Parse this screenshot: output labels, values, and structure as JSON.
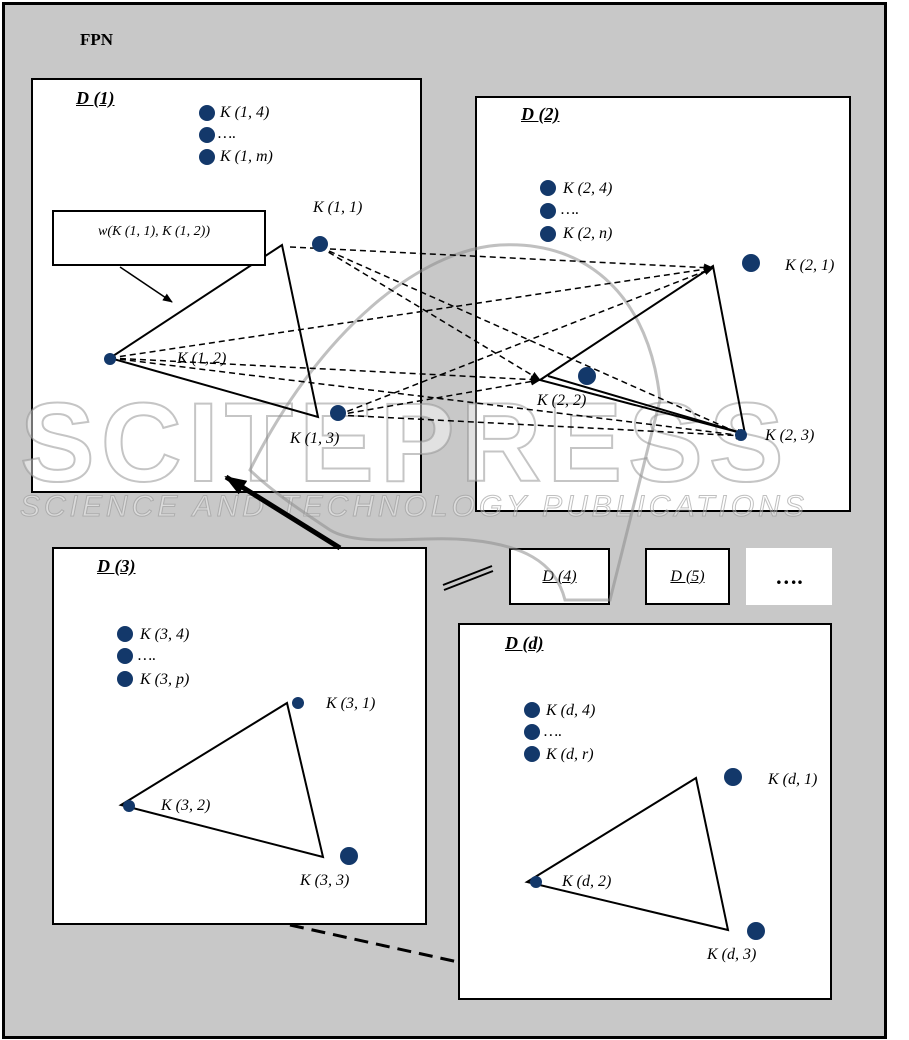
{
  "title": "FPN",
  "panels": {
    "d1": {
      "title": "D (1)",
      "k14": "K (1, 4)",
      "dots": "….",
      "k1m": "K (1, m)",
      "k11": "K (1, 1)",
      "k12": "K (1, 2)",
      "k13": "K (1, 3)"
    },
    "d2": {
      "title": "D (2)",
      "k24": "K (2, 4)",
      "dots": "….",
      "k2n": "K (2, n)",
      "k21": "K (2, 1)",
      "k22": "K (2, 2)",
      "k23": "K (2, 3)"
    },
    "d3": {
      "title": "D (3)",
      "k34": "K (3, 4)",
      "dots": "….",
      "k3p": "K (3, p)",
      "k31": "K (3, 1)",
      "k32": "K (3, 2)",
      "k33": "K (3, 3)"
    },
    "dd": {
      "title": "D (d)",
      "kd4": "K (d, 4)",
      "dots": "….",
      "kdr": "K (d, r)",
      "kd1": "K (d, 1)",
      "kd2": "K (d, 2)",
      "kd3": "K (d, 3)"
    }
  },
  "weight_label": "w(K (1, 1), K (1, 2))",
  "small_boxes": {
    "d4": "D  (4)",
    "d5": "D  (5)",
    "more": "…."
  },
  "watermark": {
    "main": "SCITEPRESS",
    "sub": "SCIENCE AND TECHNOLOGY PUBLICATIONS"
  },
  "colors": {
    "node": "#13386a",
    "background": "#c8c8c8",
    "panel": "#ffffff"
  }
}
